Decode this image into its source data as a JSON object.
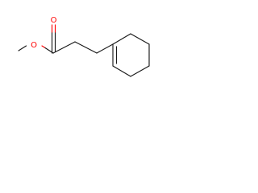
{
  "structure": {
    "atoms": {
      "carbonyl_oxygen": {
        "label": "O",
        "element": "oxygen"
      },
      "ester_oxygen": {
        "label": "O",
        "element": "oxygen"
      }
    },
    "colors": {
      "carbon_bond": "#1a1a1a",
      "oxygen": "#ff0000",
      "background": "#ffffff"
    }
  }
}
